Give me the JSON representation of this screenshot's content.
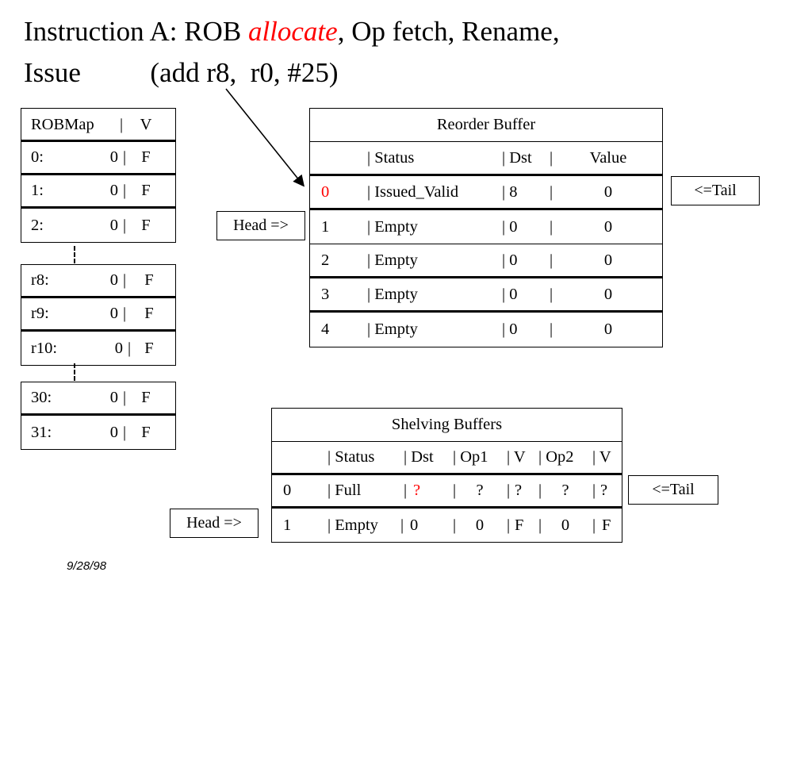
{
  "slide": {
    "title_line1_pre": "Instruction A: ROB ",
    "title_line1_em": "allocate",
    "title_line1_post": ", Op fetch, Rename,",
    "title_line2": "Issue          (add r8,  r0, #25)",
    "date": "9/28/98",
    "accent_color": "#ff0000"
  },
  "robmap": {
    "caption_label": "ROBMap",
    "caption_sep": "|",
    "caption_valid": "V",
    "groups": [
      {
        "rows": [
          {
            "index": "0:",
            "value": "0",
            "sep": "|",
            "valid": "F"
          },
          {
            "index": "1:",
            "value": "0",
            "sep": "|",
            "valid": "F"
          },
          {
            "index": "2:",
            "value": "0",
            "sep": "|",
            "valid": "F"
          }
        ]
      },
      {
        "rows": [
          {
            "index": "r8:",
            "value": "0",
            "sep": "|",
            "valid": "F"
          },
          {
            "index": "r9:",
            "value": "0",
            "sep": "|",
            "valid": "F"
          },
          {
            "index": "r10:",
            "value": "0",
            "sep": "|",
            "valid": "F"
          }
        ]
      },
      {
        "rows": [
          {
            "index": "30:",
            "value": "0",
            "sep": "|",
            "valid": "F"
          },
          {
            "index": "31:",
            "value": "0",
            "sep": "|",
            "valid": "F"
          }
        ]
      }
    ]
  },
  "reorder_buffer": {
    "caption": "Reorder Buffer",
    "header": {
      "index": "",
      "status": "| Status",
      "dst": "| Dst",
      "sep": "|",
      "value": "Value"
    },
    "rows": [
      {
        "index": "0",
        "status": "| Issued_Valid",
        "dst": "| 8",
        "sep": "|",
        "value": "0",
        "index_red": true
      },
      {
        "index": "1",
        "status": "| Empty",
        "dst": "| 0",
        "sep": "|",
        "value": "0",
        "index_red": false
      },
      {
        "index": "2",
        "status": "| Empty",
        "dst": "| 0",
        "sep": "|",
        "value": "0",
        "index_red": false
      },
      {
        "index": "3",
        "status": "| Empty",
        "dst": "| 0",
        "sep": "|",
        "value": "0",
        "index_red": false
      },
      {
        "index": "4",
        "status": "| Empty",
        "dst": "| 0",
        "sep": "|",
        "value": "0",
        "index_red": false
      }
    ],
    "head_label": "Head =>",
    "tail_label": "<=Tail"
  },
  "shelving_buffers": {
    "caption": "Shelving Buffers",
    "header": {
      "index": "",
      "status": "| Status",
      "dst": "| Dst",
      "op1": "| Op1",
      "v1": "| V",
      "op2": "| Op2",
      "v2": "| V"
    },
    "rows": [
      {
        "index": "0",
        "status": "| Full",
        "dst_sep": "|",
        "dst": "?",
        "dst_red": true,
        "op1": "?",
        "v1_sep": "|",
        "v1": "?",
        "op2_sep": "|",
        "op2": "?",
        "v2_sep": "|",
        "v2": "?",
        "op1_sep": "|"
      },
      {
        "index": "1",
        "status": "| Empty",
        "dst_sep": "|",
        "dst": "0",
        "dst_red": false,
        "op1": "0",
        "v1_sep": "|",
        "v1": "F",
        "op2_sep": "|",
        "op2": "0",
        "v2_sep": "|",
        "v2": "F",
        "op1_sep": "|"
      }
    ],
    "head_label": "Head =>",
    "tail_label": "<=Tail"
  }
}
